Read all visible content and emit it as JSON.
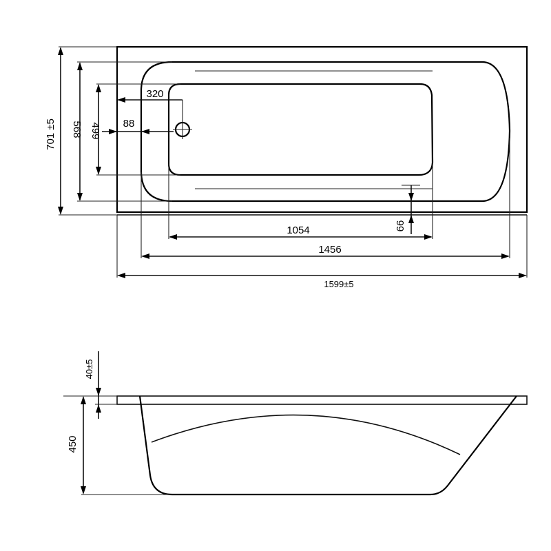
{
  "top_view": {
    "length_overall": "1599±5",
    "length_inner_rim": "1456",
    "length_bottom": "1054",
    "width_overall": "701 ±5",
    "width_inner_rim": "568",
    "width_bottom": "499",
    "drain_offset_x": "320",
    "drain_offset_edge": "88",
    "bottom_offset": "66"
  },
  "side_view": {
    "rim_height": "40±5",
    "depth": "450"
  }
}
